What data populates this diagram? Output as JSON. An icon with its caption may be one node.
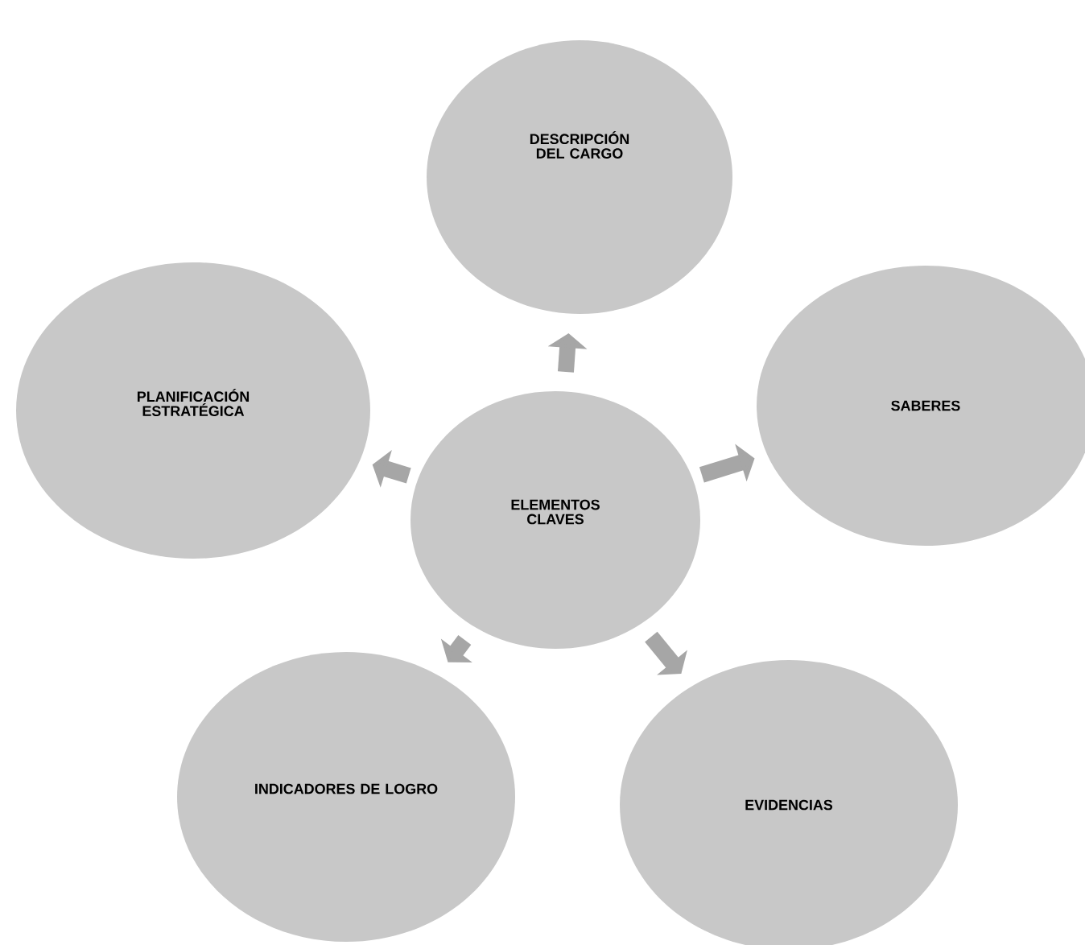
{
  "diagram": {
    "nodes": [
      {
        "text": [
          "ELEMENTOS CLAVES"
        ]
      },
      {
        "text": [
          "DESCRIPCIÓN DEL CARGO"
        ]
      },
      {
        "text": [
          "SABERES"
        ]
      },
      {
        "text": [
          "EVIDENCIAS"
        ]
      },
      {
        "text": [
          "INDICADORES DE LOGRO"
        ]
      },
      {
        "text": [
          "PLANIFICACIÓN ESTRATÉGICA"
        ]
      }
    ],
    "edges": [
      {
        "from": 0,
        "to": 1,
        "arrow": "to"
      },
      {
        "from": 0,
        "to": 2,
        "arrow": "to"
      },
      {
        "from": 0,
        "to": 3,
        "arrow": "to"
      },
      {
        "from": 0,
        "to": 4,
        "arrow": "to"
      },
      {
        "from": 0,
        "to": 5,
        "arrow": "to"
      }
    ]
  }
}
